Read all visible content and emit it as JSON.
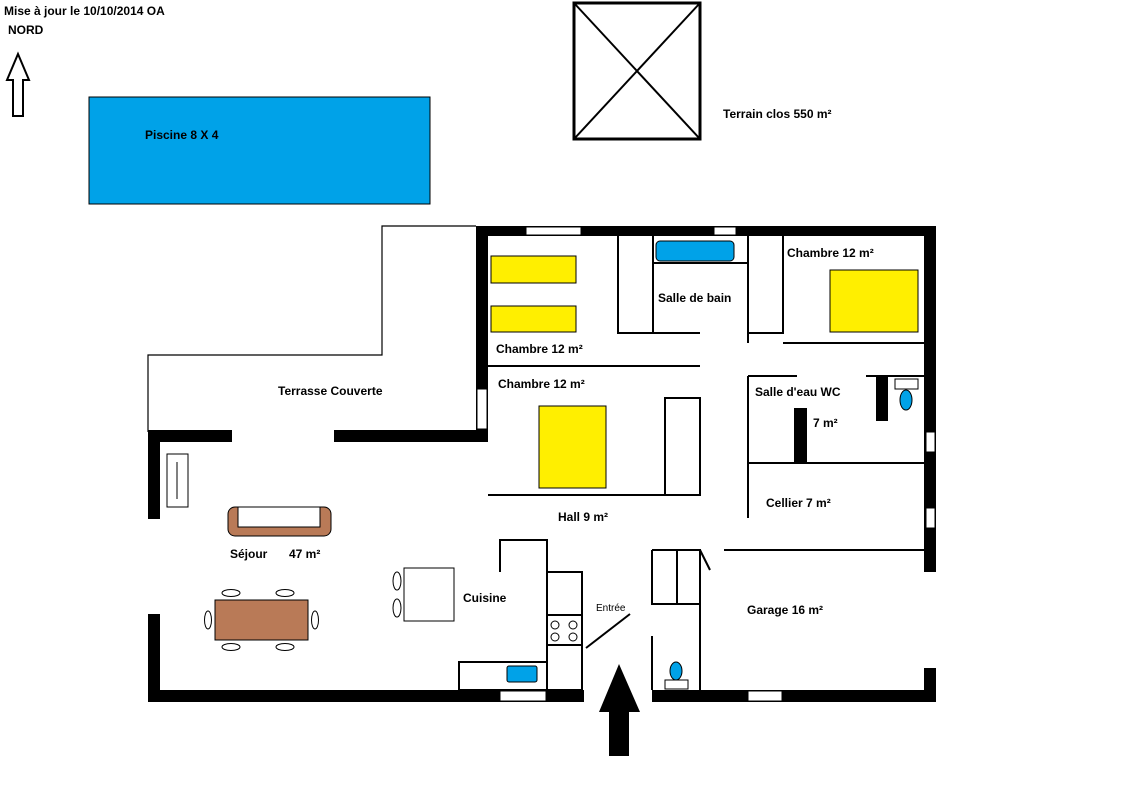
{
  "header": {
    "update_line": "Mise à jour le 10/10/2014 OA",
    "north_label": "NORD"
  },
  "labels": {
    "pool": "Piscine 8 X 4",
    "land": "Terrain clos 550 m²",
    "bedroom_ne": "Chambre 12 m²",
    "bathroom": "Salle de bain",
    "bedroom_nw": "Chambre 12 m²",
    "bedroom_center": "Chambre 12 m²",
    "terrace": "Terrasse Couverte",
    "shower_wc": "Salle d'eau  WC",
    "shower_area": "7 m²",
    "hall": "Hall 9 m²",
    "cellar": "Cellier 7 m²",
    "living": "Séjour",
    "living_area": "47 m²",
    "kitchen": "Cuisine",
    "entrance": "Entrée",
    "garage": "Garage 16 m²"
  },
  "colors": {
    "wall": "#000000",
    "pool": "#00a2e8",
    "bed": "#ffef00",
    "wood": "#b97a57",
    "fixture_blue": "#00a2e8",
    "background": "#ffffff"
  }
}
